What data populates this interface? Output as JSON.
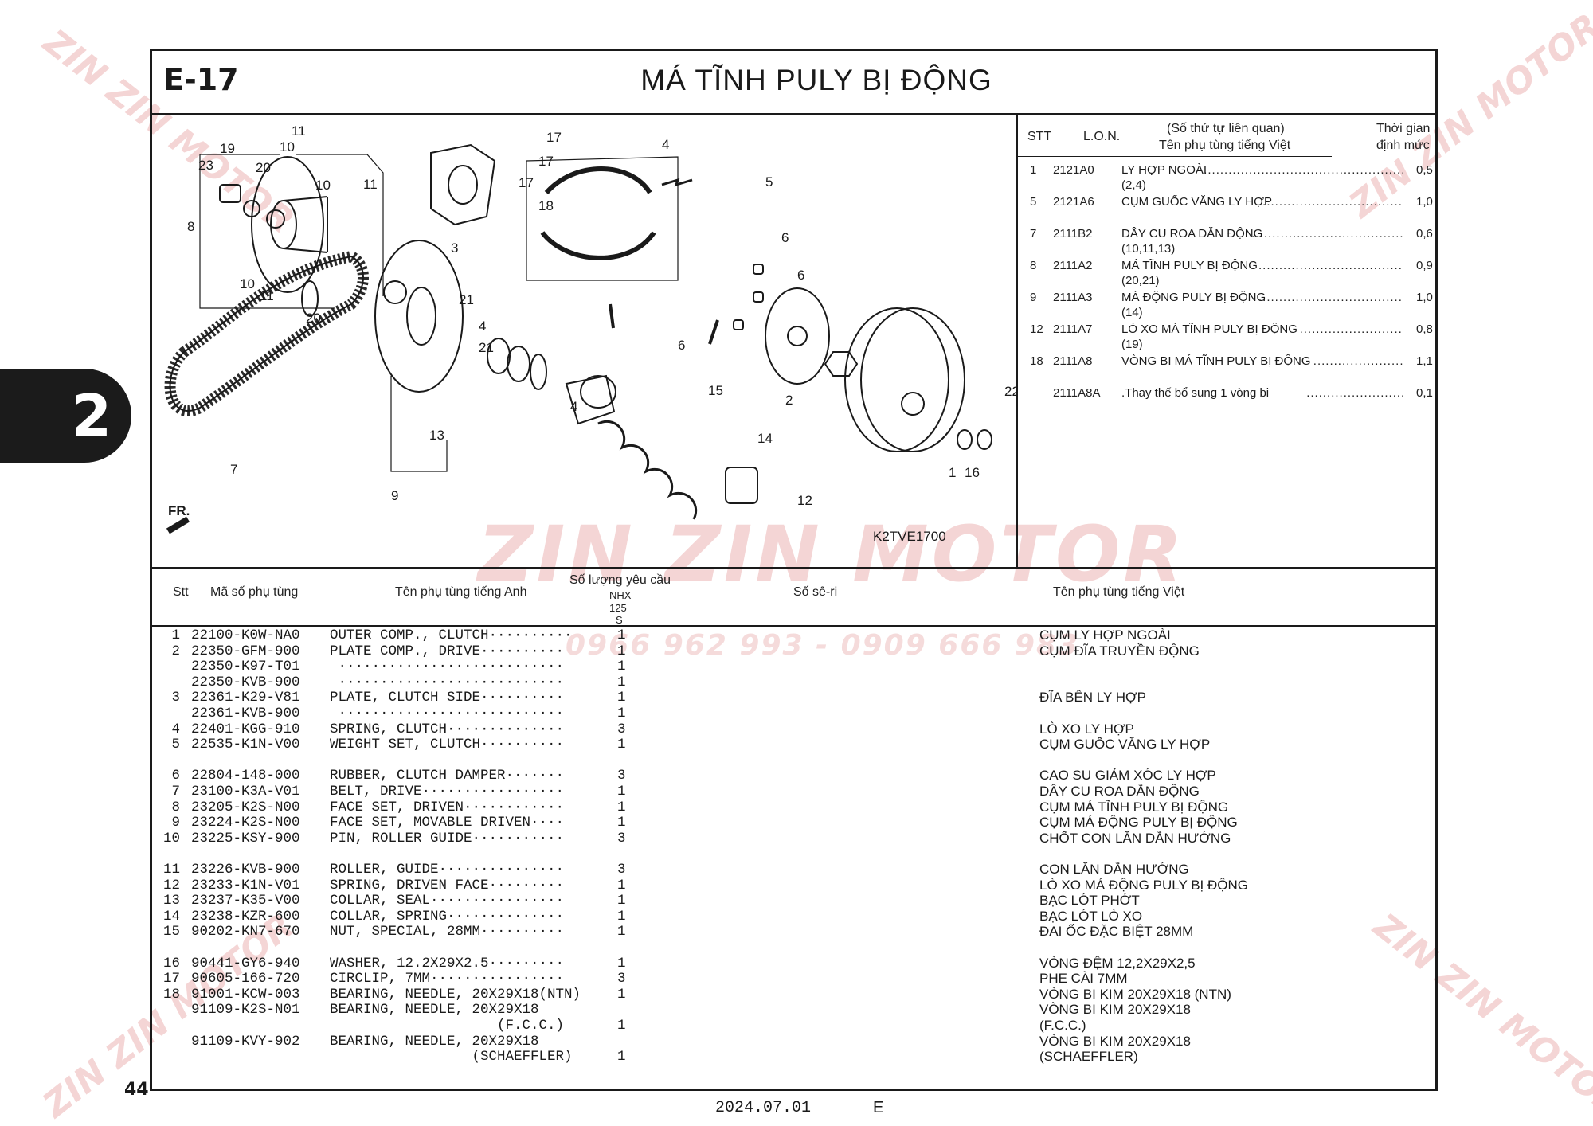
{
  "section": {
    "code": "E-17",
    "title": "MÁ TĨNH PULY BỊ ĐỘNG"
  },
  "chapter_tab": "2",
  "page_number": "44",
  "footer": {
    "date": "2024.07.01",
    "letter": "E"
  },
  "watermark": {
    "brand": "ZIN ZIN MOTOR",
    "phone": "0966 962 993 - 0909 666 983"
  },
  "diagram": {
    "code": "K2TVE1700",
    "direction": "FR.",
    "callouts": [
      "1",
      "2",
      "3",
      "4",
      "4",
      "4",
      "5",
      "6",
      "6",
      "6",
      "7",
      "8",
      "9",
      "10",
      "10",
      "10",
      "11",
      "11",
      "11",
      "12",
      "13",
      "14",
      "15",
      "16",
      "17",
      "17",
      "17",
      "18",
      "19",
      "20",
      "20",
      "21",
      "21",
      "22",
      "23"
    ]
  },
  "lon_table": {
    "headers": {
      "stt": "STT",
      "lon": "L.O.N.",
      "related": "(Số thứ tự liên quan)",
      "name": "Tên phụ tùng tiếng Việt",
      "time": "Thời gian",
      "time2": "định mức"
    },
    "rows": [
      {
        "stt": "1",
        "lon": "2121A0",
        "name": "LY HỢP NGOÀI",
        "related": "(2,4)",
        "time": "0,5"
      },
      {
        "stt": "5",
        "lon": "2121A6",
        "name": "CỤM GUỐC VĂNG LY HỢP",
        "related": "",
        "time": "1,0"
      },
      {
        "stt": "7",
        "lon": "2111B2",
        "name": "DÂY CU ROA DẪN ĐỘNG",
        "related": "(10,11,13)",
        "time": "0,6"
      },
      {
        "stt": "8",
        "lon": "2111A2",
        "name": "MÁ TĨNH PULY BỊ ĐỘNG",
        "related": "(20,21)",
        "time": "0,9"
      },
      {
        "stt": "9",
        "lon": "2111A3",
        "name": "MÁ ĐỘNG PULY BỊ ĐỘNG",
        "related": "(14)",
        "time": "1,0"
      },
      {
        "stt": "12",
        "lon": "2111A7",
        "name": "LÒ XO MÁ TĨNH PULY BỊ ĐỘNG",
        "related": "(19)",
        "time": "0,8"
      },
      {
        "stt": "18",
        "lon": "2111A8",
        "name": "VÒNG BI MÁ TĨNH PULY BỊ ĐỘNG",
        "related": "",
        "time": "1,1"
      },
      {
        "stt": "",
        "lon": "2111A8A",
        "name": ".Thay thế bổ sung 1 vòng bi",
        "related": "",
        "time": "0,1"
      }
    ]
  },
  "parts_headers": {
    "stt": "Stt",
    "code": "Mã số phụ tùng",
    "name_en": "Tên phụ tùng tiếng Anh",
    "qty": "Số lượng yêu cầu",
    "qty_model": "NHX",
    "qty_model2": "125",
    "qty_model3": "S",
    "serial": "Số sê-ri",
    "name_vi": "Tên phụ tùng tiếng Việt"
  },
  "parts": [
    {
      "stt": " 1",
      "code": "22100-K0W-NA0",
      "en": "OUTER COMP., CLUTCH··········",
      "qty": "1",
      "vi": "CỤM LY HỢP NGOÀI"
    },
    {
      "stt": " 2",
      "code": "22350-GFM-900",
      "en": "PLATE COMP., DRIVE··········",
      "qty": "1",
      "vi": "CỤM ĐĨA TRUYỀN ĐỘNG"
    },
    {
      "stt": "  ",
      "code": "22350-K97-T01",
      "en": " ···························",
      "qty": "1",
      "vi": ""
    },
    {
      "stt": "  ",
      "code": "22350-KVB-900",
      "en": " ···························",
      "qty": "1",
      "vi": ""
    },
    {
      "stt": " 3",
      "code": "22361-K29-V81",
      "en": "PLATE, CLUTCH SIDE··········",
      "qty": "1",
      "vi": "ĐĨA BÊN LY HỢP"
    },
    {
      "stt": "  ",
      "code": "22361-KVB-900",
      "en": " ···························",
      "qty": "1",
      "vi": ""
    },
    {
      "stt": " 4",
      "code": "22401-KGG-910",
      "en": "SPRING, CLUTCH··············",
      "qty": "3",
      "vi": "LÒ XO LY HỢP"
    },
    {
      "stt": " 5",
      "code": "22535-K1N-V00",
      "en": "WEIGHT SET, CLUTCH··········",
      "qty": "1",
      "vi": "CỤM GUỐC VĂNG LY HỢP"
    },
    {
      "stt": "",
      "code": "",
      "en": "",
      "qty": "",
      "vi": ""
    },
    {
      "stt": " 6",
      "code": "22804-148-000",
      "en": "RUBBER, CLUTCH DAMPER·······",
      "qty": "3",
      "vi": "CAO SU GIẢM XÓC LY HỢP"
    },
    {
      "stt": " 7",
      "code": "23100-K3A-V01",
      "en": "BELT, DRIVE·················",
      "qty": "1",
      "vi": "DÂY CU ROA DẪN ĐỘNG"
    },
    {
      "stt": " 8",
      "code": "23205-K2S-N00",
      "en": "FACE SET, DRIVEN············",
      "qty": "1",
      "vi": "CỤM MÁ TĨNH PULY BỊ ĐỘNG"
    },
    {
      "stt": " 9",
      "code": "23224-K2S-N00",
      "en": "FACE SET, MOVABLE DRIVEN····",
      "qty": "1",
      "vi": "CỤM MÁ ĐỘNG PULY BỊ ĐỘNG"
    },
    {
      "stt": "10",
      "code": "23225-KSY-900",
      "en": "PIN, ROLLER GUIDE···········",
      "qty": "3",
      "vi": "CHỐT CON LĂN DẪN HƯỚNG"
    },
    {
      "stt": "",
      "code": "",
      "en": "",
      "qty": "",
      "vi": ""
    },
    {
      "stt": "11",
      "code": "23226-KVB-900",
      "en": "ROLLER, GUIDE···············",
      "qty": "3",
      "vi": "CON LĂN DẪN HƯỚNG"
    },
    {
      "stt": "12",
      "code": "23233-K1N-V01",
      "en": "SPRING, DRIVEN FACE·········",
      "qty": "1",
      "vi": "LÒ XO MÁ ĐỘNG PULY BỊ ĐỘNG"
    },
    {
      "stt": "13",
      "code": "23237-K35-V00",
      "en": "COLLAR, SEAL················",
      "qty": "1",
      "vi": "BẠC LÓT PHỚT"
    },
    {
      "stt": "14",
      "code": "23238-KZR-600",
      "en": "COLLAR, SPRING··············",
      "qty": "1",
      "vi": "BẠC LÓT LÒ XO"
    },
    {
      "stt": "15",
      "code": "90202-KN7-670",
      "en": "NUT, SPECIAL, 28MM··········",
      "qty": "1",
      "vi": "ĐAI ỐC ĐẶC BIỆT 28MM"
    },
    {
      "stt": "",
      "code": "",
      "en": "",
      "qty": "",
      "vi": ""
    },
    {
      "stt": "16",
      "code": "90441-GY6-940",
      "en": "WASHER, 12.2X29X2.5·········",
      "qty": "1",
      "vi": "VÒNG ĐỆM 12,2X29X2,5"
    },
    {
      "stt": "17",
      "code": "90605-166-720",
      "en": "CIRCLIP, 7MM················",
      "qty": "3",
      "vi": "PHE CÀI 7MM"
    },
    {
      "stt": "18",
      "code": "91001-KCW-003",
      "en": "BEARING, NEEDLE, 20X29X18(NTN)",
      "qty": "1",
      "vi": "VÒNG BI KIM 20X29X18 (NTN)"
    },
    {
      "stt": "  ",
      "code": "91109-K2S-N01",
      "en": "BEARING, NEEDLE, 20X29X18",
      "qty": "",
      "vi": "VÒNG BI KIM 20X29X18"
    },
    {
      "stt": "",
      "code": "",
      "en": "                    (F.C.C.)",
      "qty": "1",
      "vi": "                        (F.C.C.)"
    },
    {
      "stt": "  ",
      "code": "91109-KVY-902",
      "en": "BEARING, NEEDLE, 20X29X18",
      "qty": "",
      "vi": "VÒNG BI KIM 20X29X18"
    },
    {
      "stt": "",
      "code": "",
      "en": "                 (SCHAEFFLER)",
      "qty": "1",
      "vi": "                        (SCHAEFFLER)"
    }
  ]
}
